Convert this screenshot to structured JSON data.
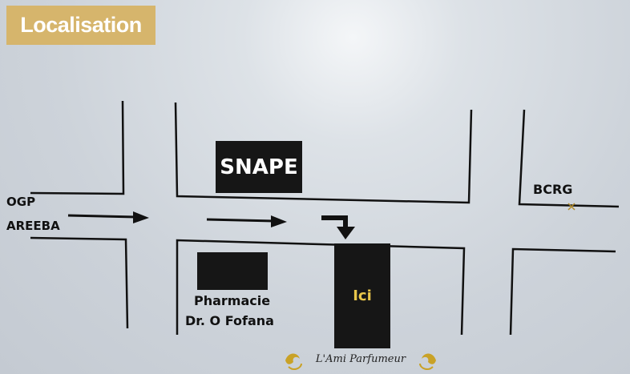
{
  "header": {
    "title": "Localisation"
  },
  "map": {
    "labels": {
      "ogp": "OGP",
      "areeba": "AREEBA",
      "bcrg": "BCRG",
      "pharmacie_line1": "Pharmacie",
      "pharmacie_line2": "Dr. O  Fofana"
    },
    "buildings": {
      "snape": "SNAPE",
      "ici": "Ici",
      "pharmacie": ""
    },
    "colors": {
      "road_line": "#111111",
      "building": "#161616",
      "ici_text": "#e8c64a",
      "title_bg": "#d6b56c",
      "ornament": "#c9a227"
    }
  },
  "footer": {
    "brand": "L'Ami Parfumeur"
  }
}
